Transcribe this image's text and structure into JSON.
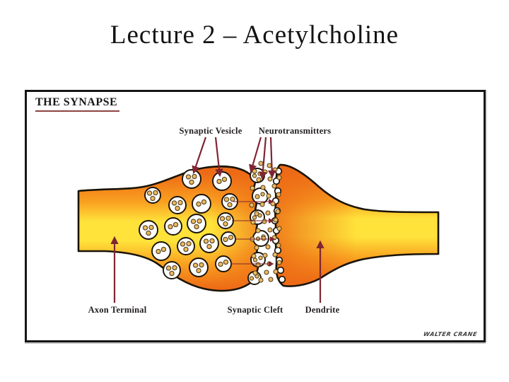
{
  "slide": {
    "title": "Lecture 2 – Acetylcholine"
  },
  "diagram": {
    "heading": "THE SYNAPSE",
    "labels": {
      "synaptic_vesicle": "Synaptic Vesicle",
      "neurotransmitters": "Neurotransmitters",
      "axon_terminal": "Axon Terminal",
      "synaptic_cleft": "Synaptic Cleft",
      "dendrite": "Dendrite"
    },
    "signature": "WALTER CRANE",
    "counts": {
      "synaptic_vesicles": 17,
      "membrane_pockets": 6,
      "cleft_molecules": 44,
      "receptor_knobs": 12
    },
    "colors": {
      "neuron_edge_orange": "#ED6A16",
      "neuron_mid_orange": "#F9A020",
      "neuron_core_yellow": "#FFE23A",
      "outline_black": "#1a1308",
      "arrow_maroon": "#802532",
      "label_text": "#221e1f",
      "heading_underline": "#8d4343",
      "molecule_fill": "#EDBA62",
      "molecule_outline": "#50401f",
      "vesicle_fill": "#ffffff"
    }
  }
}
